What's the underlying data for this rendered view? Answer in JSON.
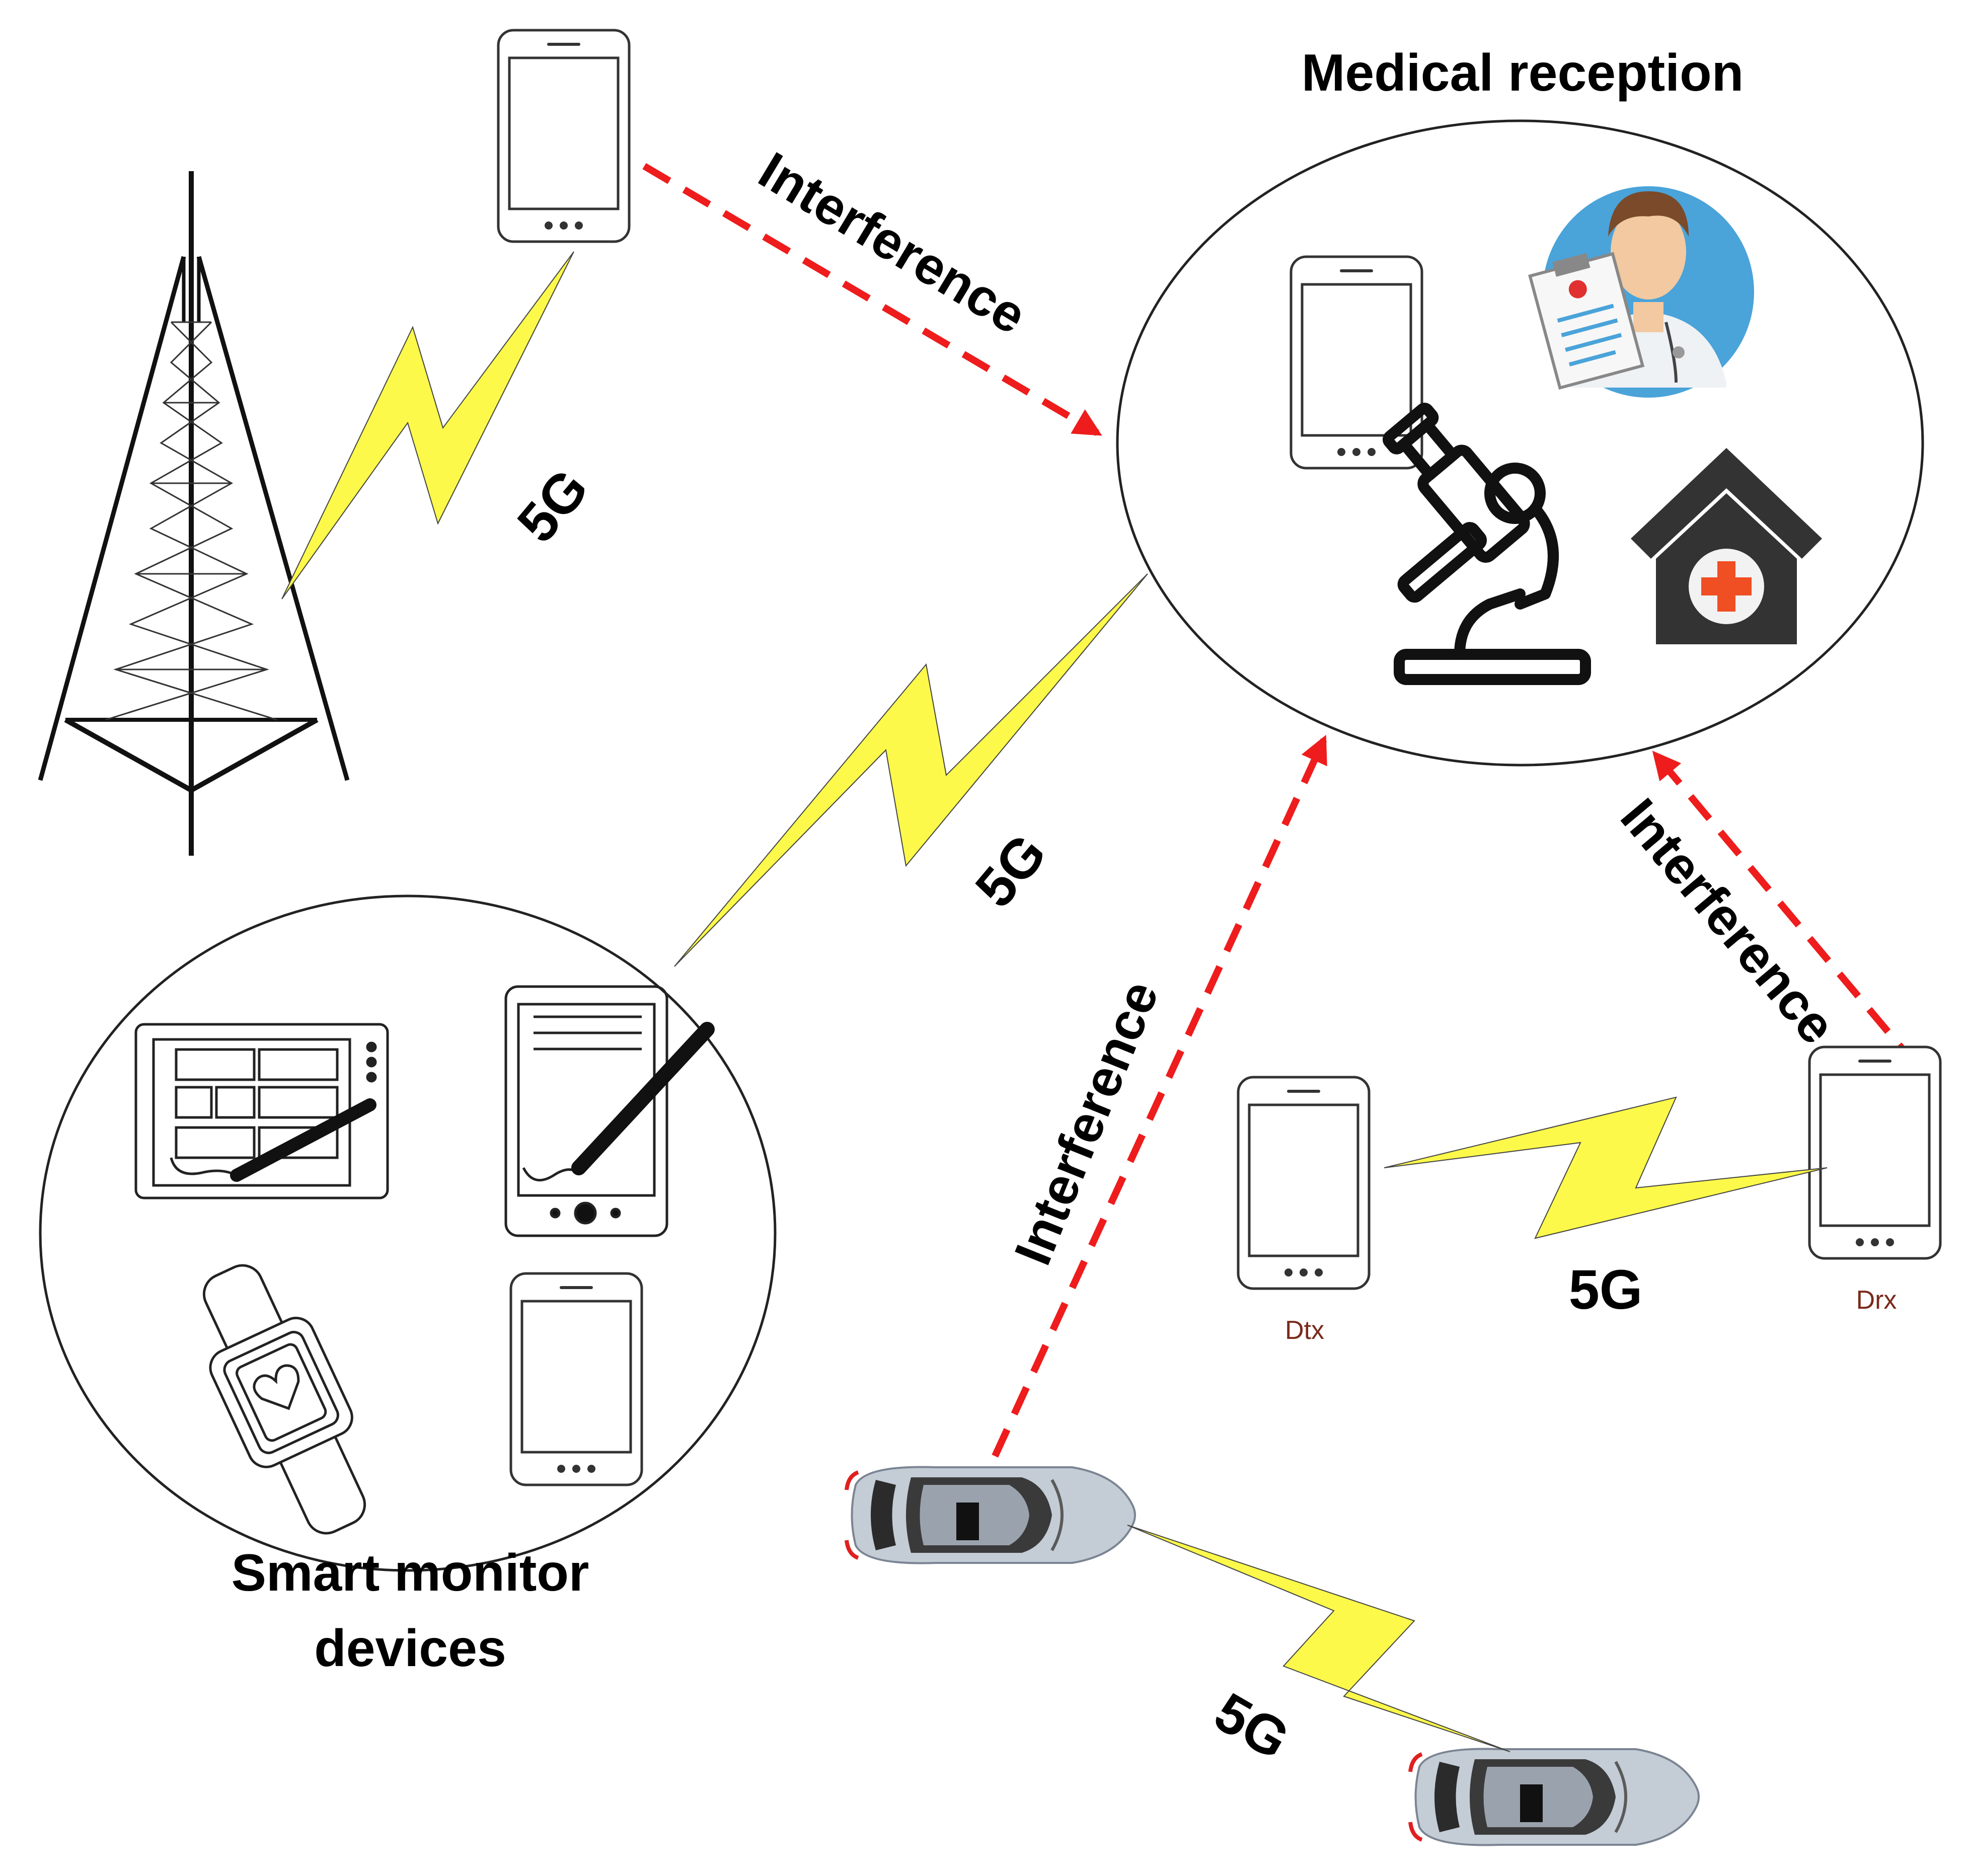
{
  "groups": {
    "medical": {
      "title": "Medical reception"
    },
    "smart": {
      "title_line1": "Smart monitor",
      "title_line2": "devices"
    }
  },
  "links": {
    "tower_phone": "5G",
    "smart_medical": "5G",
    "dtx_drx": "5G",
    "car_car": "5G"
  },
  "interference": {
    "phone_to_medical": "Interference",
    "car_to_medical": "Interference",
    "drx_to_medical": "Interference"
  },
  "devices": {
    "dtx": "Dtx",
    "drx": "Drx"
  },
  "colors": {
    "bolt": "#fcf94a",
    "interference": "#ee1c1c",
    "doctor_bg": "#4aa3d9",
    "hospital": "#333333",
    "hospital_cross": "#f04e23",
    "car_body": "#c4ccd6"
  },
  "icons": [
    "tower-icon",
    "phone-icon",
    "doctor-icon",
    "microscope-icon",
    "hospital-icon",
    "tablet-icon",
    "e-reader-icon",
    "smartwatch-icon",
    "car-icon"
  ]
}
